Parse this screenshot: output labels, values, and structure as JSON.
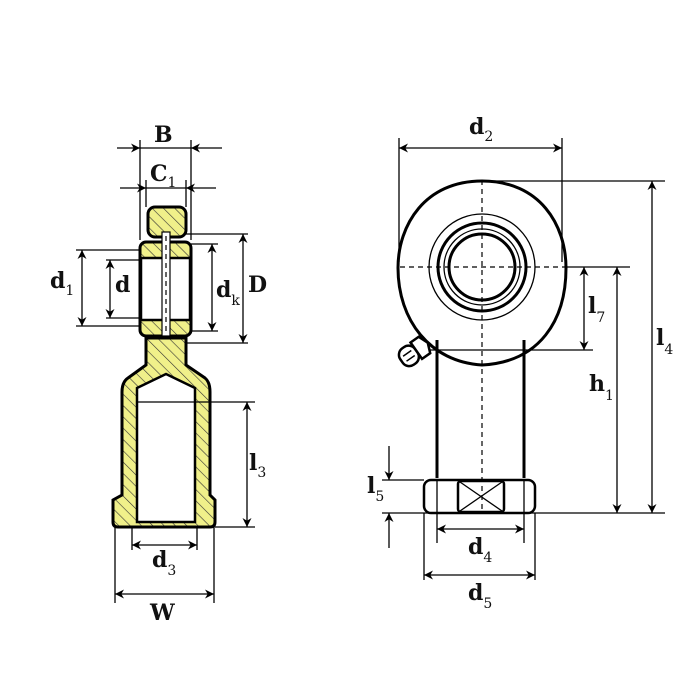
{
  "title": "Rod end bearing dimension drawing",
  "colors": {
    "section_fill": "#f0f08a",
    "line": "#000000"
  },
  "left_view": {
    "labels": {
      "B": {
        "main": "B",
        "sub": ""
      },
      "C1": {
        "main": "C",
        "sub": "1"
      },
      "d1": {
        "main": "d",
        "sub": "1"
      },
      "d": {
        "main": "d",
        "sub": ""
      },
      "dk": {
        "main": "d",
        "sub": "k"
      },
      "D": {
        "main": "D",
        "sub": ""
      },
      "l3": {
        "main": "l",
        "sub": "3"
      },
      "d3": {
        "main": "d",
        "sub": "3"
      },
      "W": {
        "main": "W",
        "sub": ""
      }
    }
  },
  "right_view": {
    "labels": {
      "d2": {
        "main": "d",
        "sub": "2"
      },
      "l7": {
        "main": "l",
        "sub": "7"
      },
      "h1": {
        "main": "h",
        "sub": "1"
      },
      "l4": {
        "main": "l",
        "sub": "4"
      },
      "l5": {
        "main": "l",
        "sub": "5"
      },
      "d4": {
        "main": "d",
        "sub": "4"
      },
      "d5": {
        "main": "d",
        "sub": "5"
      }
    }
  }
}
